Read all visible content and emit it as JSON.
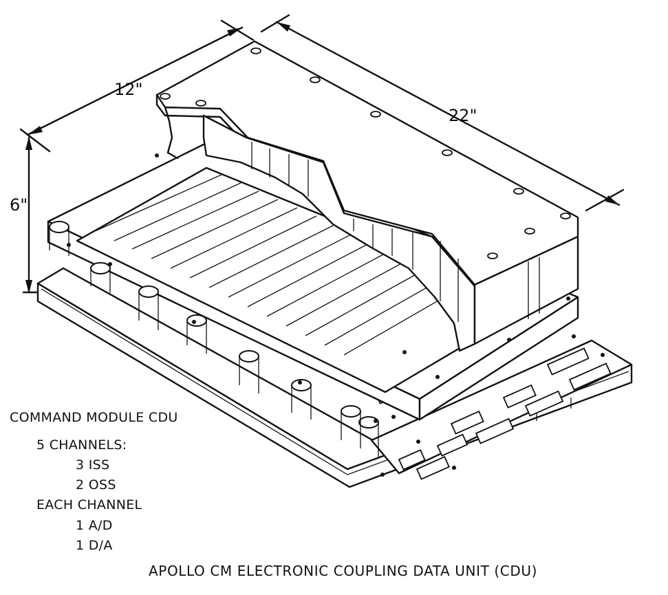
{
  "dimensions": {
    "width_label": "12\"",
    "length_label": "22\"",
    "height_label": "6\""
  },
  "notes": {
    "title": "COMMAND MODULE CDU",
    "channels": "5 CHANNELS:",
    "iss": "3  ISS",
    "oss": "2  OSS",
    "each_channel": "EACH CHANNEL",
    "ad": "1  A/D",
    "da": "1  D/A"
  },
  "caption": "APOLLO CM ELECTRONIC COUPLING DATA UNIT (CDU)"
}
